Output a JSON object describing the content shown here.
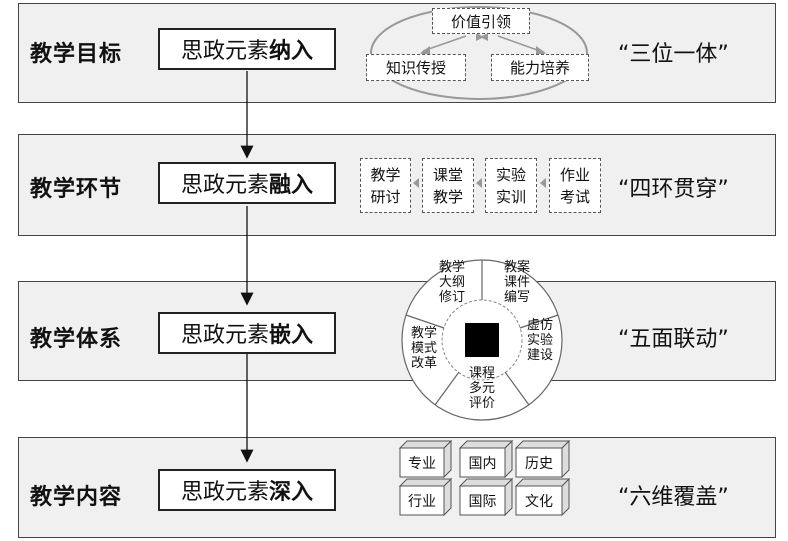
{
  "rows": [
    {
      "title": "教学目标",
      "box_prefix": "思政元素",
      "box_bold": "纳入",
      "slogan": "“三位一体”"
    },
    {
      "title": "教学环节",
      "box_prefix": "思政元素",
      "box_bold": "融入",
      "slogan": "“四环贯穿”"
    },
    {
      "title": "教学体系",
      "box_prefix": "思政元素",
      "box_bold": "嵌入",
      "slogan": "“五面联动”"
    },
    {
      "title": "教学内容",
      "box_prefix": "思政元素",
      "box_bold": "深入",
      "slogan": "“六维覆盖”"
    }
  ],
  "triangle": {
    "top": "价值引领",
    "left": "知识传授",
    "right": "能力培养"
  },
  "steps": [
    {
      "line1": "教学",
      "line2": "研讨"
    },
    {
      "line1": "课堂",
      "line2": "教学"
    },
    {
      "line1": "实验",
      "line2": "实训"
    },
    {
      "line1": "作业",
      "line2": "考试"
    }
  ],
  "wheel": {
    "top_left": [
      "教学",
      "大纲",
      "修订"
    ],
    "top_right": [
      "教案",
      "课件",
      "编写"
    ],
    "right": [
      "虚仿",
      "实验",
      "建设"
    ],
    "bottom": [
      "课程",
      "多元",
      "评价"
    ],
    "left": [
      "教学",
      "模式",
      "改革"
    ]
  },
  "cubes": [
    "专业",
    "国内",
    "历史",
    "行业",
    "国际",
    "文化"
  ]
}
